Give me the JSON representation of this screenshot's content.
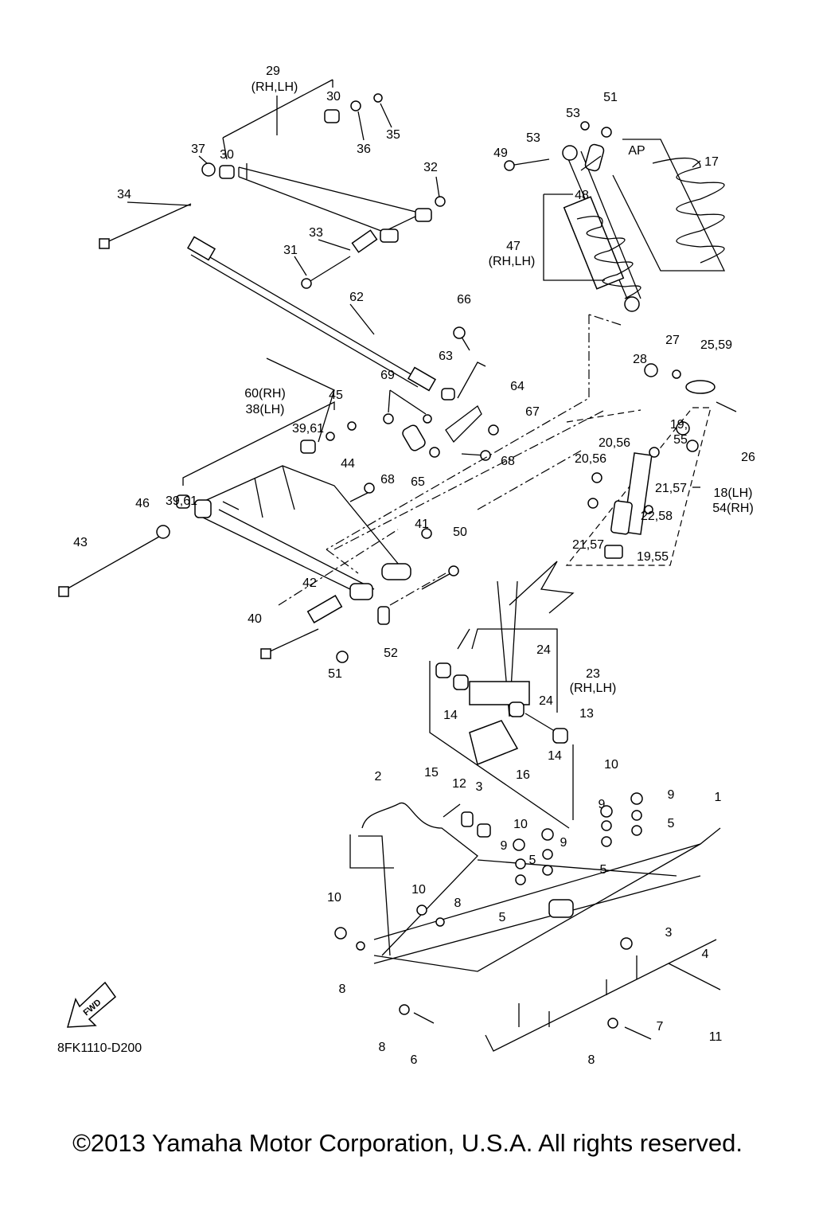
{
  "diagram_id": "8FK1110-D200",
  "copyright": "©2013 Yamaha Motor Corporation, U.S.A. All rights reserved.",
  "fwd_label": "FWD",
  "labels": [
    "29",
    "(RH,LH)",
    "30",
    "30",
    "37",
    "36",
    "35",
    "34",
    "32",
    "33",
    "31",
    "62",
    "51",
    "53",
    "53",
    "49",
    "48",
    "AP",
    "17",
    "47",
    "(RH,LH)",
    "66",
    "63",
    "64",
    "69",
    "67",
    "68",
    "65",
    "60(RH)",
    "38(LH)",
    "45",
    "39,61",
    "44",
    "68",
    "46",
    "39,61",
    "43",
    "41",
    "50",
    "42",
    "40",
    "51",
    "52",
    "28",
    "27",
    "25,59",
    "26",
    "19,",
    "55",
    "20,56",
    "20,56",
    "21,57",
    "18(LH)",
    "54(RH)",
    "22,58",
    "21,57",
    "19,55",
    "24",
    "23",
    "(RH,LH)",
    "24",
    "13",
    "14",
    "14",
    "16",
    "10",
    "9",
    "15",
    "12",
    "3",
    "2",
    "1",
    "9",
    "5",
    "10",
    "9",
    "9",
    "5",
    "5",
    "5",
    "10",
    "8",
    "10",
    "3",
    "4",
    "8",
    "7",
    "11",
    "8",
    "6",
    "8"
  ]
}
